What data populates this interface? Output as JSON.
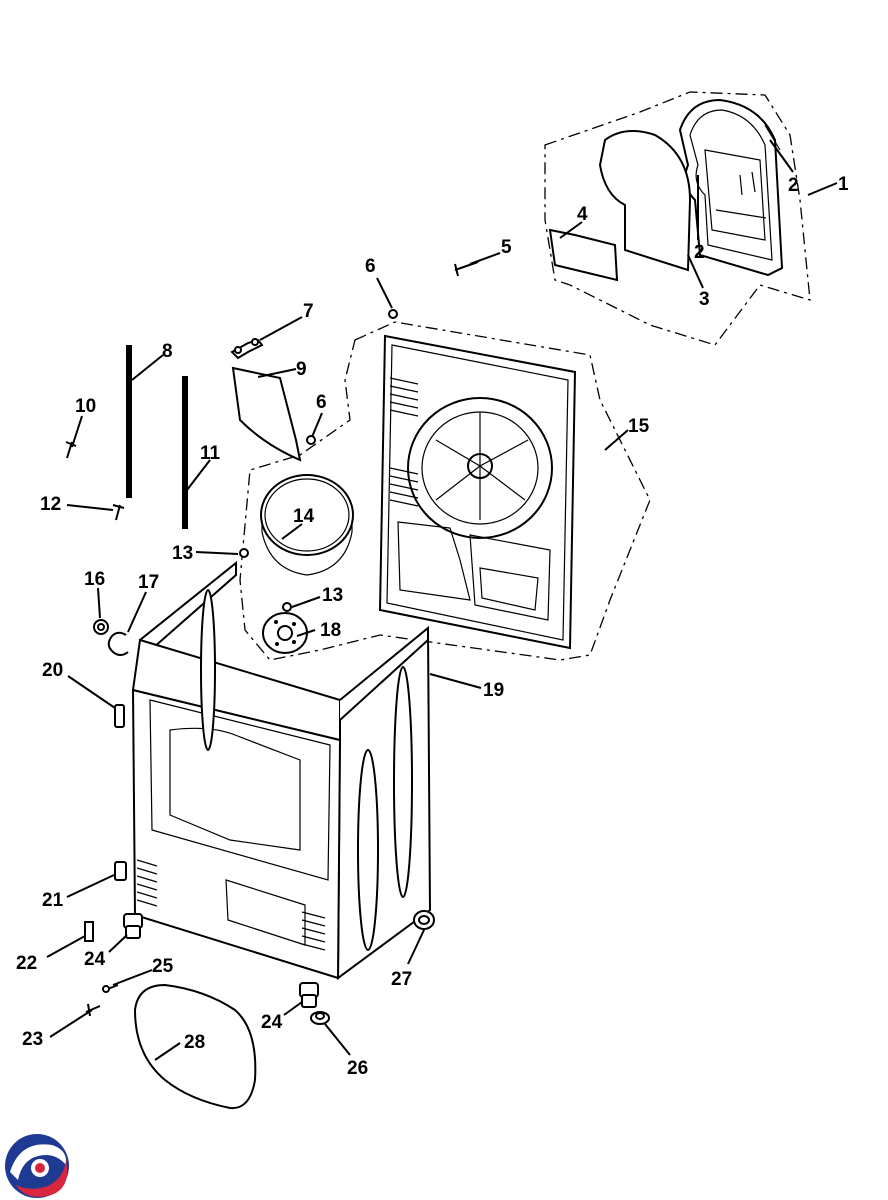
{
  "diagram": {
    "type": "exploded-parts-diagram",
    "callouts": [
      {
        "id": "c1",
        "label": "1"
      },
      {
        "id": "c2a",
        "label": "2"
      },
      {
        "id": "c2b",
        "label": "2"
      },
      {
        "id": "c3",
        "label": "3"
      },
      {
        "id": "c4",
        "label": "4"
      },
      {
        "id": "c5",
        "label": "5"
      },
      {
        "id": "c6a",
        "label": "6"
      },
      {
        "id": "c6b",
        "label": "6"
      },
      {
        "id": "c7",
        "label": "7"
      },
      {
        "id": "c8",
        "label": "8"
      },
      {
        "id": "c9",
        "label": "9"
      },
      {
        "id": "c10",
        "label": "10"
      },
      {
        "id": "c11",
        "label": "11"
      },
      {
        "id": "c12",
        "label": "12"
      },
      {
        "id": "c13a",
        "label": "13"
      },
      {
        "id": "c13b",
        "label": "13"
      },
      {
        "id": "c14",
        "label": "14"
      },
      {
        "id": "c15",
        "label": "15"
      },
      {
        "id": "c16",
        "label": "16"
      },
      {
        "id": "c17",
        "label": "17"
      },
      {
        "id": "c18",
        "label": "18"
      },
      {
        "id": "c19",
        "label": "19"
      },
      {
        "id": "c20",
        "label": "20"
      },
      {
        "id": "c21",
        "label": "21"
      },
      {
        "id": "c22",
        "label": "22"
      },
      {
        "id": "c23",
        "label": "23"
      },
      {
        "id": "c24a",
        "label": "24"
      },
      {
        "id": "c24b",
        "label": "24"
      },
      {
        "id": "c25",
        "label": "25"
      },
      {
        "id": "c26",
        "label": "26"
      },
      {
        "id": "c27",
        "label": "27"
      },
      {
        "id": "c28",
        "label": "28"
      }
    ]
  },
  "logo": {
    "icon": "brand-swirl-logo-icon",
    "colors": [
      "#1f3a93",
      "#d7263d"
    ]
  }
}
